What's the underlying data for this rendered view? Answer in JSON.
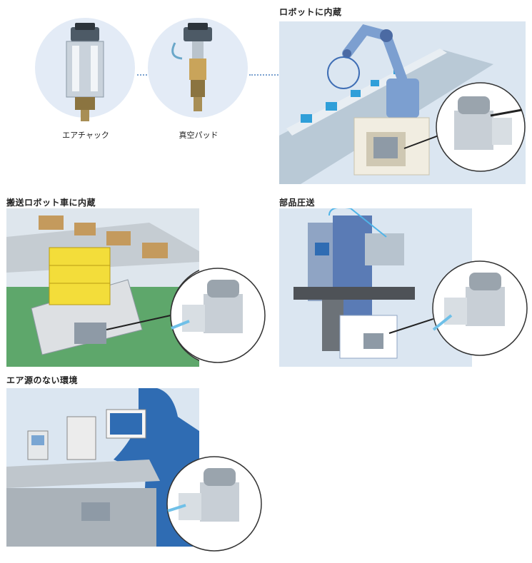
{
  "top": {
    "air_chuck": {
      "label": "エアチャック"
    },
    "vacuum_pad": {
      "label": "真空パッド"
    },
    "robot_builtin": {
      "title": "ロボットに内蔵"
    }
  },
  "panels": {
    "agv": {
      "title": "搬送ロボット車に内蔵"
    },
    "parts_press": {
      "title": "部品圧送"
    },
    "no_air": {
      "title": "エア源のない環境"
    }
  }
}
